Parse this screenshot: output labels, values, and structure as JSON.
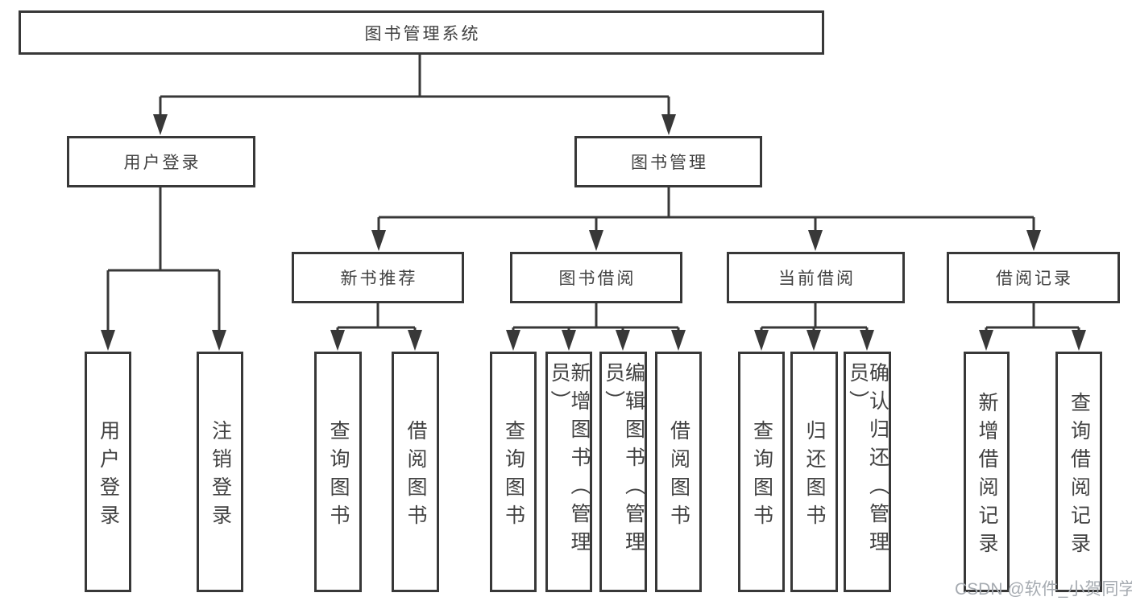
{
  "watermark": "CSDN @软件_小贺同学",
  "colors": {
    "line": "#383838",
    "text": "#414141",
    "watermark": "#a6abb1",
    "background": "#ffffff"
  },
  "tree": {
    "root": "图书管理系统",
    "branches": {
      "user_login": {
        "label": "用户登录",
        "children": [
          "用户登录",
          "注销登录"
        ]
      },
      "book_management": {
        "label": "图书管理",
        "children": {
          "new_books": {
            "label": "新书推荐",
            "children": [
              "查询图书",
              "借阅图书"
            ]
          },
          "book_borrowing": {
            "label": "图书借阅",
            "children": [
              "查询图书",
              "新增图书（管理员）",
              "编辑图书（管理员）",
              "借阅图书"
            ]
          },
          "current_borrowing": {
            "label": "当前借阅",
            "children": [
              "查询图书",
              "归还图书",
              "确认归还（管理员）"
            ]
          },
          "borrowing_records": {
            "label": "借阅记录",
            "children": [
              "新增借阅记录",
              "查询借阅记录"
            ]
          }
        }
      }
    }
  }
}
